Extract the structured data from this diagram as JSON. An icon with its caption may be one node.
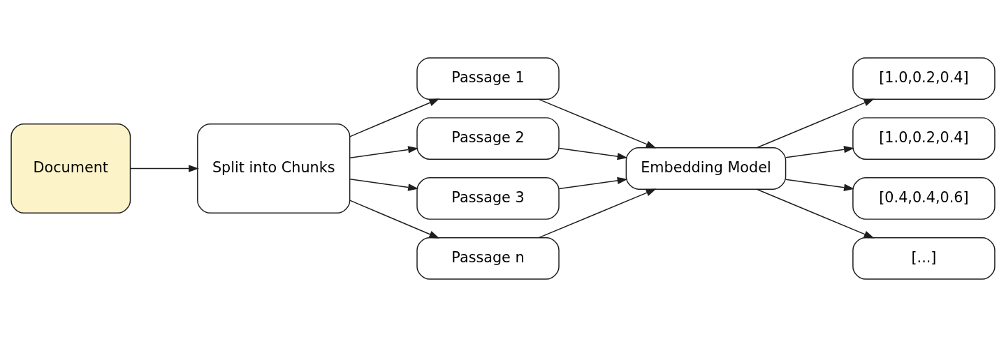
{
  "diagram": {
    "nodes": [
      {
        "text": [
          "Document"
        ]
      },
      {
        "text": [
          "Split into Chunks"
        ]
      },
      {
        "text": [
          "Passage 1"
        ]
      },
      {
        "text": [
          "Passage 2"
        ]
      },
      {
        "text": [
          "Passage 3"
        ]
      },
      {
        "text": [
          "Passage n"
        ]
      },
      {
        "text": [
          "Embedding Model"
        ]
      },
      {
        "text": [
          "[1.0,0.2,0.4]"
        ]
      },
      {
        "text": [
          "[1.0,0.2,0.4]"
        ]
      },
      {
        "text": [
          "[0.4,0.4,0.6]"
        ]
      },
      {
        "text": [
          "[...]"
        ]
      }
    ],
    "edges": [
      {
        "from": 0,
        "to": 1,
        "arrow": "to"
      },
      {
        "from": 1,
        "to": 2,
        "arrow": "to"
      },
      {
        "from": 1,
        "to": 3,
        "arrow": "to"
      },
      {
        "from": 1,
        "to": 4,
        "arrow": "to"
      },
      {
        "from": 1,
        "to": 5,
        "arrow": "to"
      },
      {
        "from": 2,
        "to": 6,
        "arrow": "to"
      },
      {
        "from": 3,
        "to": 6,
        "arrow": "to"
      },
      {
        "from": 4,
        "to": 6,
        "arrow": "to"
      },
      {
        "from": 5,
        "to": 6,
        "arrow": "to"
      },
      {
        "from": 6,
        "to": 7,
        "arrow": "to"
      },
      {
        "from": 6,
        "to": 8,
        "arrow": "to"
      },
      {
        "from": 6,
        "to": 9,
        "arrow": "to"
      },
      {
        "from": 6,
        "to": 10,
        "arrow": "to"
      }
    ]
  }
}
